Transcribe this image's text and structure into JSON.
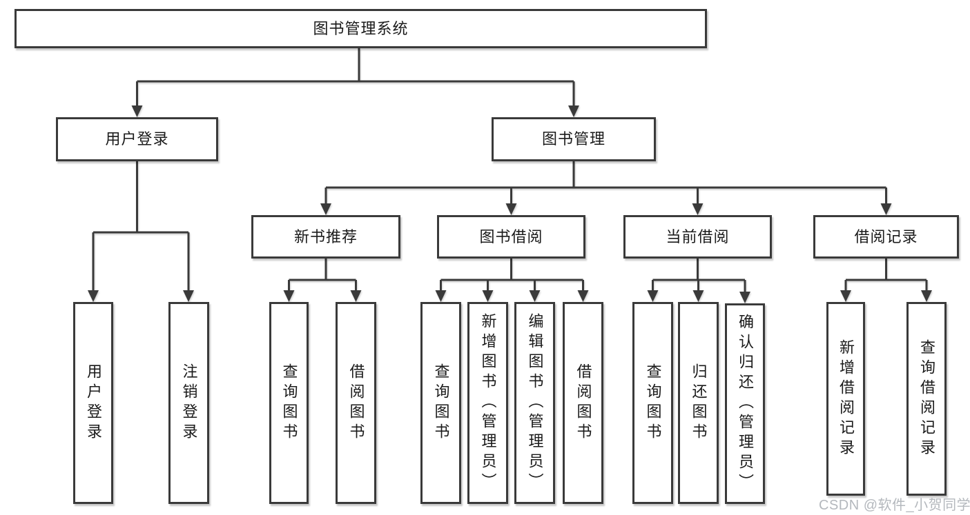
{
  "diagram": {
    "root": "图书管理系统",
    "level2": {
      "user_login": "用户登录",
      "book_management": "图书管理"
    },
    "level3": {
      "new_book": "新书推荐",
      "book_borrow": "图书借阅",
      "current_borrow": "当前借阅",
      "borrow_record": "借阅记录"
    },
    "leaves": {
      "user_login": [
        "用户登录",
        "注销登录"
      ],
      "new_book": [
        "查询图书",
        "借阅图书"
      ],
      "book_borrow": [
        "查询图书",
        "新增图书（管理员）",
        "编辑图书（管理员）",
        "借阅图书"
      ],
      "current_borrow": [
        "查询图书",
        "归还图书",
        "确认归还（管理员）"
      ],
      "borrow_record": [
        "新增借阅记录",
        "查询借阅记录"
      ]
    }
  },
  "watermark": "CSDN @软件_小贺同学",
  "colors": {
    "line": "#3a3a3a",
    "box_border": "#3a3a3a",
    "text": "#1a1a1a",
    "watermark": "#b4b8bd",
    "background": "#ffffff"
  }
}
